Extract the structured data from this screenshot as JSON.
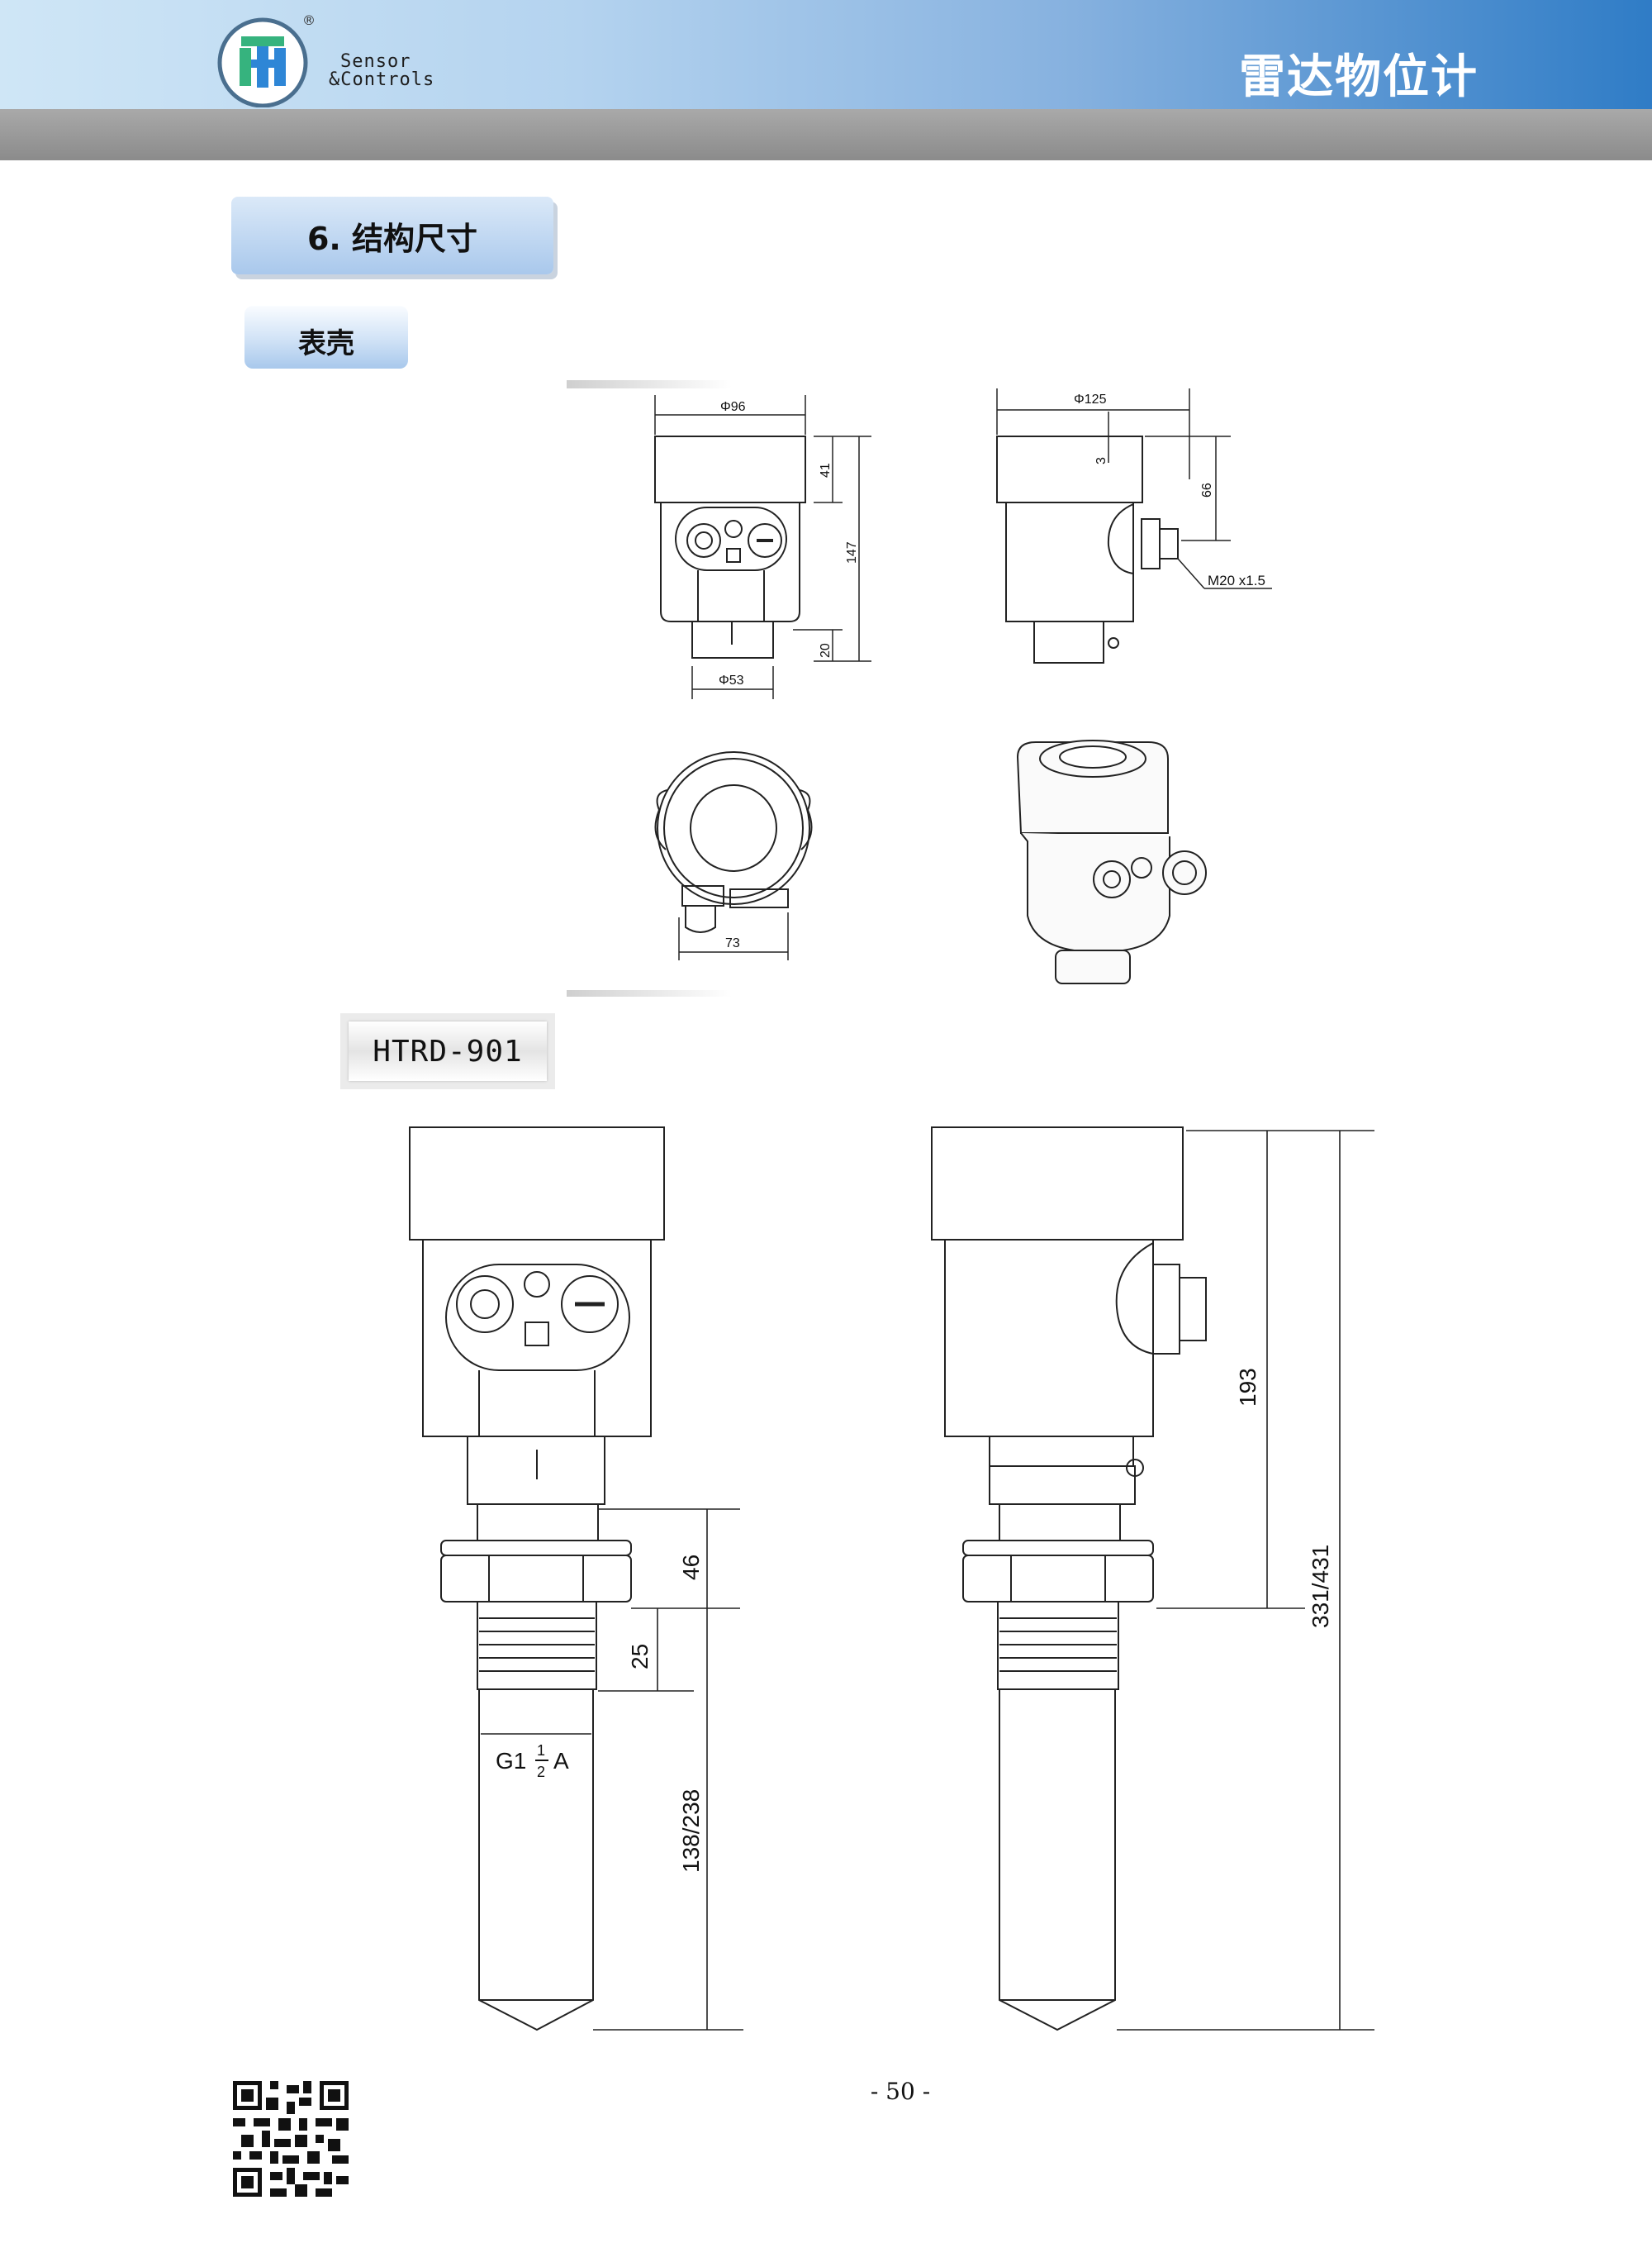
{
  "header": {
    "brand_line1": "Sensor",
    "brand_line2": "&Controls",
    "registered_mark": "®",
    "title": "雷达物位计"
  },
  "section": {
    "title": "6. 结构尺寸",
    "subtitle": "表壳"
  },
  "housing_drawing": {
    "front_width": "Φ96",
    "front_top_height": "41",
    "front_total_height": "147",
    "front_bottom_height": "20",
    "front_bottom_width": "Φ53",
    "side_width": "Φ125",
    "side_gap": "3",
    "side_height": "66",
    "side_thread": "M20 x1.5",
    "top_view_width": "73"
  },
  "model": {
    "name": "HTRD-901"
  },
  "probe_drawing": {
    "dim_nut": "46",
    "dim_thread": "25",
    "dim_antenna": "138/238",
    "thread_g": "G1",
    "thread_num": "1",
    "thread_den": "2",
    "thread_a": "A",
    "dim_housing": "193",
    "dim_total": "331/431"
  },
  "footer": {
    "page_number": "- 50 -"
  },
  "colors": {
    "header_light": "#cfe6f6",
    "header_dark": "#2f7cc6",
    "logo_ring": "#4a6f8f",
    "logo_green": "#36b37e",
    "logo_blue": "#2e86d6"
  }
}
